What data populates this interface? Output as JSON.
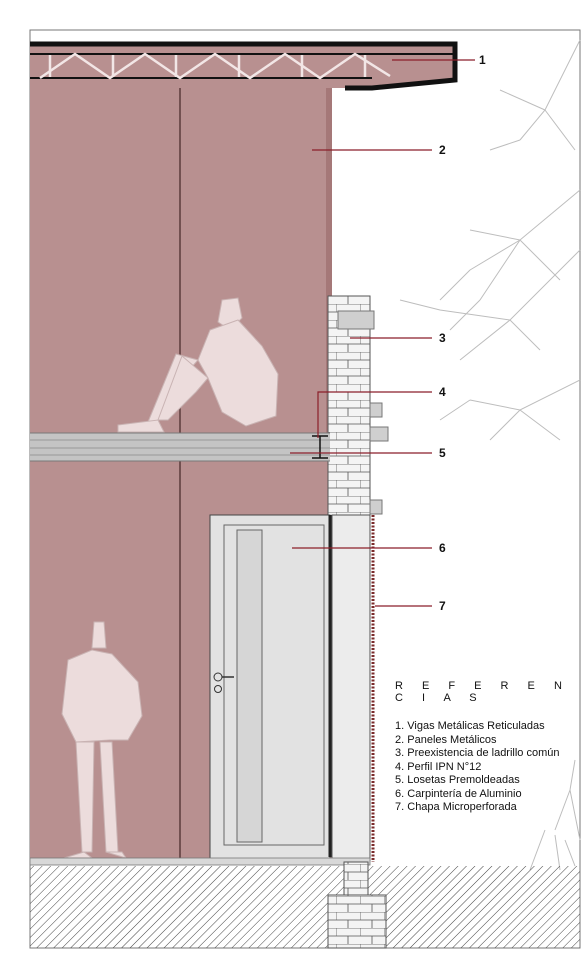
{
  "callouts": [
    "1",
    "2",
    "3",
    "4",
    "5",
    "6",
    "7"
  ],
  "legend": {
    "title": "R E F E R E N C I A S",
    "items": [
      {
        "num": "1.",
        "text": "Vigas Metálicas Reticuladas"
      },
      {
        "num": "2.",
        "text": "Paneles Metálicos"
      },
      {
        "num": "3.",
        "text": "Preexistencia de ladrillo común"
      },
      {
        "num": "4.",
        "text": "Perfil IPN N°12"
      },
      {
        "num": "5.",
        "text": "Losetas Premoldeadas"
      },
      {
        "num": "6.",
        "text": "Carpintería de Aluminio"
      },
      {
        "num": "7.",
        "text": "Chapa Microperforada"
      }
    ]
  },
  "colors": {
    "panel": "#b89090",
    "panel_dark": "#a57878",
    "figure": "#ecdcdc",
    "leader": "#8b1f2a",
    "slab": "#c4c4c4",
    "door": "#e2e2e2"
  }
}
